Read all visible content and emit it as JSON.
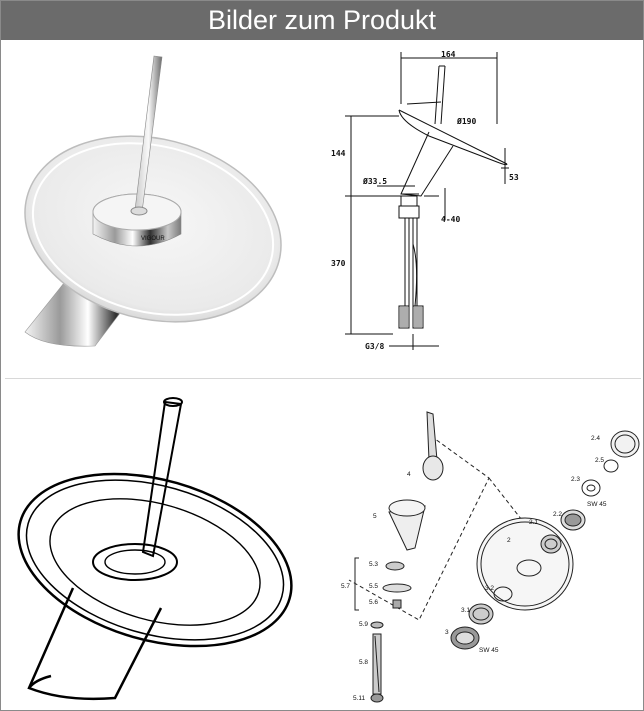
{
  "header": {
    "title": "Bilder zum Produkt"
  },
  "photo": {
    "brand_engraving": "VIGOUR"
  },
  "dimension_drawing": {
    "labels": {
      "width": "164",
      "diameter": "Ø190",
      "height_top": "144",
      "height_bottom": "370",
      "spout_height": "53",
      "base_diameter": "Ø33.5",
      "counter_thickness": "4-40",
      "thread": "G3/8"
    }
  },
  "exploded_view": {
    "parts": {
      "p2_4": "2.4",
      "p2_5": "2.5",
      "p2_3": "2.3",
      "sw45_top": "SW 45",
      "p2_2": "2.2",
      "p2_1": "2.1",
      "p2": "2",
      "p4": "4",
      "p5": "5",
      "p5_3": "5.3",
      "p5_5": "5.5",
      "p5_6": "5.6",
      "p5_7": "5.7",
      "p5_9": "5.9",
      "p5_8": "5.8",
      "p5_11": "5.11",
      "p3_2": "3.2",
      "p3_1": "3.1",
      "p3": "3",
      "sw45_bottom": "SW 45"
    }
  },
  "colors": {
    "header_bg": "#6b6b6b",
    "header_text": "#ffffff",
    "border": "#8a8a8a"
  }
}
